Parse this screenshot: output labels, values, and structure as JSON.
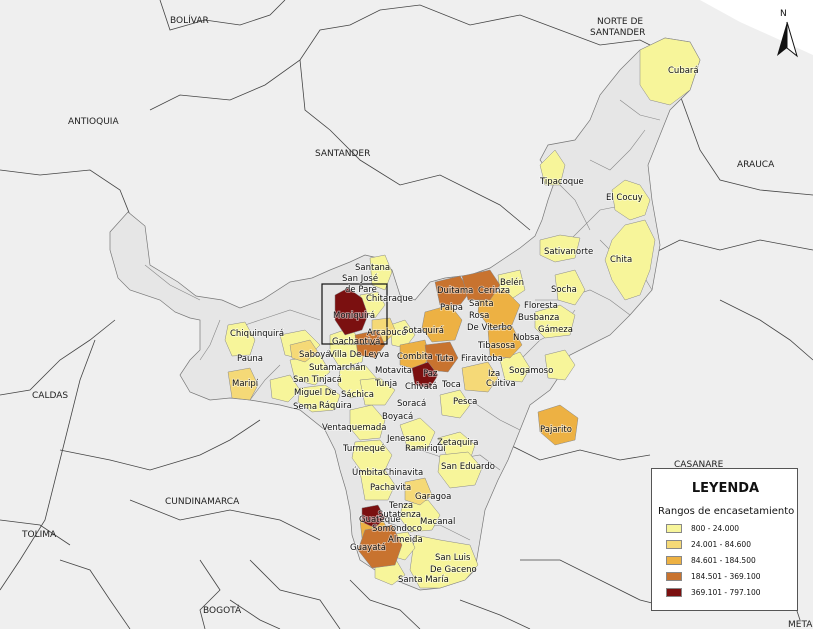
{
  "map": {
    "departments": [
      "BOLÍVAR",
      "NORTE DE",
      "SANTANDER",
      "ANTIOQUIA",
      "SANTANDER",
      "ARAUCA",
      "CALDAS",
      "CUNDINAMARCA",
      "TOLIMA",
      "BOGOTÁ",
      "CASANARE",
      "META"
    ],
    "municipalities": [
      "Cubará",
      "Tipacoque",
      "El Cocuy",
      "Sativanorte",
      "Chita",
      "Belén",
      "Socha",
      "Santana",
      "San José",
      "de Pare",
      "Chitaraque",
      "Moniquirá",
      "Duitama",
      "Cerinza",
      "Paipa",
      "Santa",
      "Rosa",
      "De Viterbo",
      "Floresta",
      "Busbanza",
      "Nobsa",
      "Gámeza",
      "Arcabuco",
      "Sotaquirá",
      "Gachantivá",
      "Chiquinquirá",
      "Pauna",
      "Saboyá",
      "Villa De Leyva",
      "Combita",
      "Tuta",
      "Tibasosa",
      "Firavitoba",
      "Sutamarchán",
      "Motavita",
      "Paz",
      "San Tinjacá",
      "Tunja",
      "Chivatá",
      "Toca",
      "Iza",
      "Sogamoso",
      "Cuitiva",
      "Maripí",
      "Miguel De",
      "Sáchica",
      "Sema",
      "Ráquira",
      "Soracá",
      "Pesca",
      "Boyacá",
      "Pajarito",
      "Ventaquemada",
      "Jenesano",
      "Turmequé",
      "Ramiriquí",
      "Zetaquira",
      "Úmbita",
      "Chinavita",
      "San Eduardo",
      "Pachavita",
      "Garagoa",
      "Tenza",
      "Guateque",
      "Sutatenza",
      "Macanal",
      "Somondoco",
      "Almeida",
      "Guayatá",
      "San Luis",
      "De Gaceno",
      "Santa María"
    ],
    "north_label": "N"
  },
  "legend": {
    "title": "LEYENDA",
    "subtitle": "Rangos de encasetamiento",
    "items": [
      {
        "label": "800 - 24.000",
        "color": "#f7f59a"
      },
      {
        "label": "24.001 - 84.600",
        "color": "#f5d977"
      },
      {
        "label": "84.601 - 184.500",
        "color": "#edb143"
      },
      {
        "label": "184.501 - 369.100",
        "color": "#c8732f"
      },
      {
        "label": "369.101 - 797.100",
        "color": "#7b1010"
      }
    ]
  }
}
